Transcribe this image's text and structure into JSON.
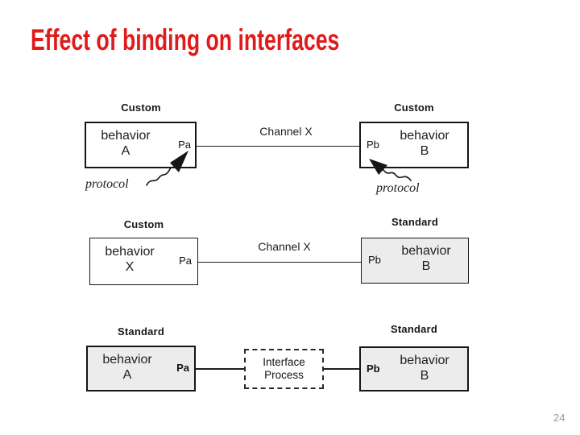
{
  "title": "Effect of binding on interfaces",
  "page_number": "24",
  "colors": {
    "title": "#e01b1b",
    "box-fill": "#ececec",
    "ink": "#1d1d1d",
    "page-number": "#9a9a9a"
  },
  "rows": [
    {
      "left_type": "Custom",
      "right_type": "Custom",
      "left_behavior_line1": "behavior",
      "left_behavior_line2": "A",
      "right_behavior_line1": "behavior",
      "right_behavior_line2": "B",
      "left_port": "Pa",
      "right_port": "Pb",
      "channel_label": "Channel X",
      "left_protocol_label": "protocol",
      "right_protocol_label": "protocol"
    },
    {
      "left_type": "Custom",
      "right_type": "Standard",
      "left_behavior_line1": "behavior",
      "left_behavior_line2": "X",
      "right_behavior_line1": "behavior",
      "right_behavior_line2": "B",
      "left_port": "Pa",
      "right_port": "Pb",
      "channel_label": "Channel X"
    },
    {
      "left_type": "Standard",
      "right_type": "Standard",
      "left_behavior_line1": "behavior",
      "left_behavior_line2": "A",
      "right_behavior_line1": "behavior",
      "right_behavior_line2": "B",
      "left_port": "Pa",
      "right_port": "Pb",
      "interface_line1": "Interface",
      "interface_line2": "Process"
    }
  ]
}
